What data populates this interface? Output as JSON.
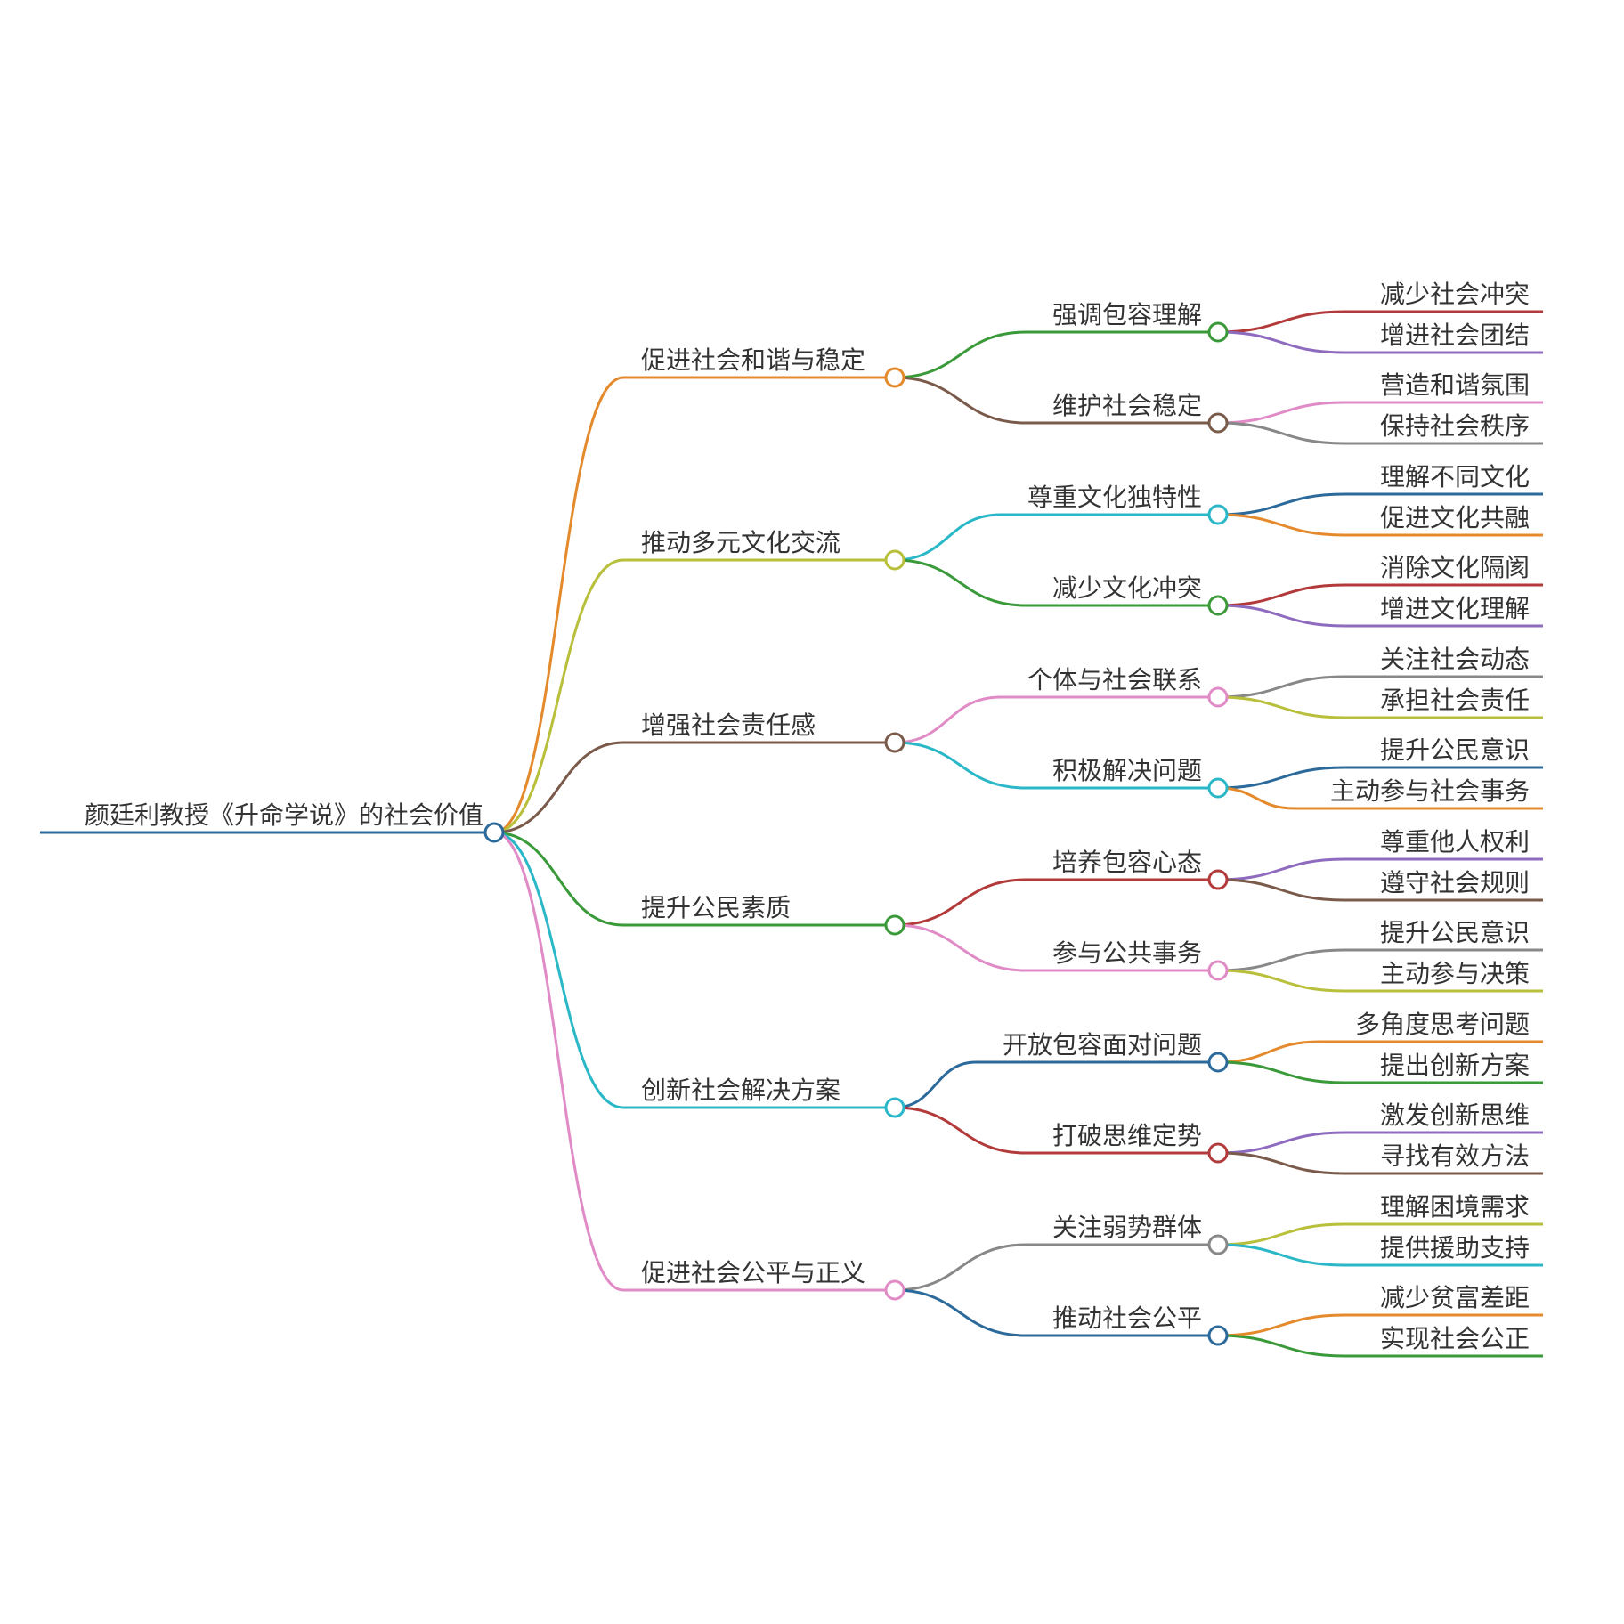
{
  "root": {
    "label": "颜廷利教授《升命学说》的社会价值",
    "color": "#2b6a9a",
    "children": [
      {
        "label": "促进社会和谐与稳定",
        "color": "#e58a2c",
        "children": [
          {
            "label": "强调包容理解",
            "color": "#3a9a3a",
            "children": [
              {
                "label": "减少社会冲突",
                "color": "#b33a3a"
              },
              {
                "label": "增进社会团结",
                "color": "#8e6bbf"
              }
            ]
          },
          {
            "label": "维护社会稳定",
            "color": "#7a5a4a",
            "children": [
              {
                "label": "营造和谐氛围",
                "color": "#e08ac6"
              },
              {
                "label": "保持社会秩序",
                "color": "#888888"
              }
            ]
          }
        ]
      },
      {
        "label": "推动多元文化交流",
        "color": "#b8bf3a",
        "children": [
          {
            "label": "尊重文化独特性",
            "color": "#2ab8c8",
            "children": [
              {
                "label": "理解不同文化",
                "color": "#2b6a9a"
              },
              {
                "label": "促进文化共融",
                "color": "#e58a2c"
              }
            ]
          },
          {
            "label": "减少文化冲突",
            "color": "#3a9a3a",
            "children": [
              {
                "label": "消除文化隔阂",
                "color": "#b33a3a"
              },
              {
                "label": "增进文化理解",
                "color": "#8e6bbf"
              }
            ]
          }
        ]
      },
      {
        "label": "增强社会责任感",
        "color": "#7a5a4a",
        "children": [
          {
            "label": "个体与社会联系",
            "color": "#e08ac6",
            "children": [
              {
                "label": "关注社会动态",
                "color": "#888888"
              },
              {
                "label": "承担社会责任",
                "color": "#b8bf3a"
              }
            ]
          },
          {
            "label": "积极解决问题",
            "color": "#2ab8c8",
            "children": [
              {
                "label": "提升公民意识",
                "color": "#2b6a9a"
              },
              {
                "label": "主动参与社会事务",
                "color": "#e58a2c"
              }
            ]
          }
        ]
      },
      {
        "label": "提升公民素质",
        "color": "#3a9a3a",
        "children": [
          {
            "label": "培养包容心态",
            "color": "#b33a3a",
            "children": [
              {
                "label": "尊重他人权利",
                "color": "#8e6bbf"
              },
              {
                "label": "遵守社会规则",
                "color": "#7a5a4a"
              }
            ]
          },
          {
            "label": "参与公共事务",
            "color": "#e08ac6",
            "children": [
              {
                "label": "提升公民意识",
                "color": "#888888"
              },
              {
                "label": "主动参与决策",
                "color": "#b8bf3a"
              }
            ]
          }
        ]
      },
      {
        "label": "创新社会解决方案",
        "color": "#2ab8c8",
        "children": [
          {
            "label": "开放包容面对问题",
            "color": "#2b6a9a",
            "children": [
              {
                "label": "多角度思考问题",
                "color": "#e58a2c"
              },
              {
                "label": "提出创新方案",
                "color": "#3a9a3a"
              }
            ]
          },
          {
            "label": "打破思维定势",
            "color": "#b33a3a",
            "children": [
              {
                "label": "激发创新思维",
                "color": "#8e6bbf"
              },
              {
                "label": "寻找有效方法",
                "color": "#7a5a4a"
              }
            ]
          }
        ]
      },
      {
        "label": "促进社会公平与正义",
        "color": "#e08ac6",
        "children": [
          {
            "label": "关注弱势群体",
            "color": "#888888",
            "children": [
              {
                "label": "理解困境需求",
                "color": "#b8bf3a"
              },
              {
                "label": "提供援助支持",
                "color": "#2ab8c8"
              }
            ]
          },
          {
            "label": "推动社会公平",
            "color": "#2b6a9a",
            "children": [
              {
                "label": "减少贫富差距",
                "color": "#e58a2c"
              },
              {
                "label": "实现社会公正",
                "color": "#3a9a3a"
              }
            ]
          }
        ]
      }
    ]
  }
}
